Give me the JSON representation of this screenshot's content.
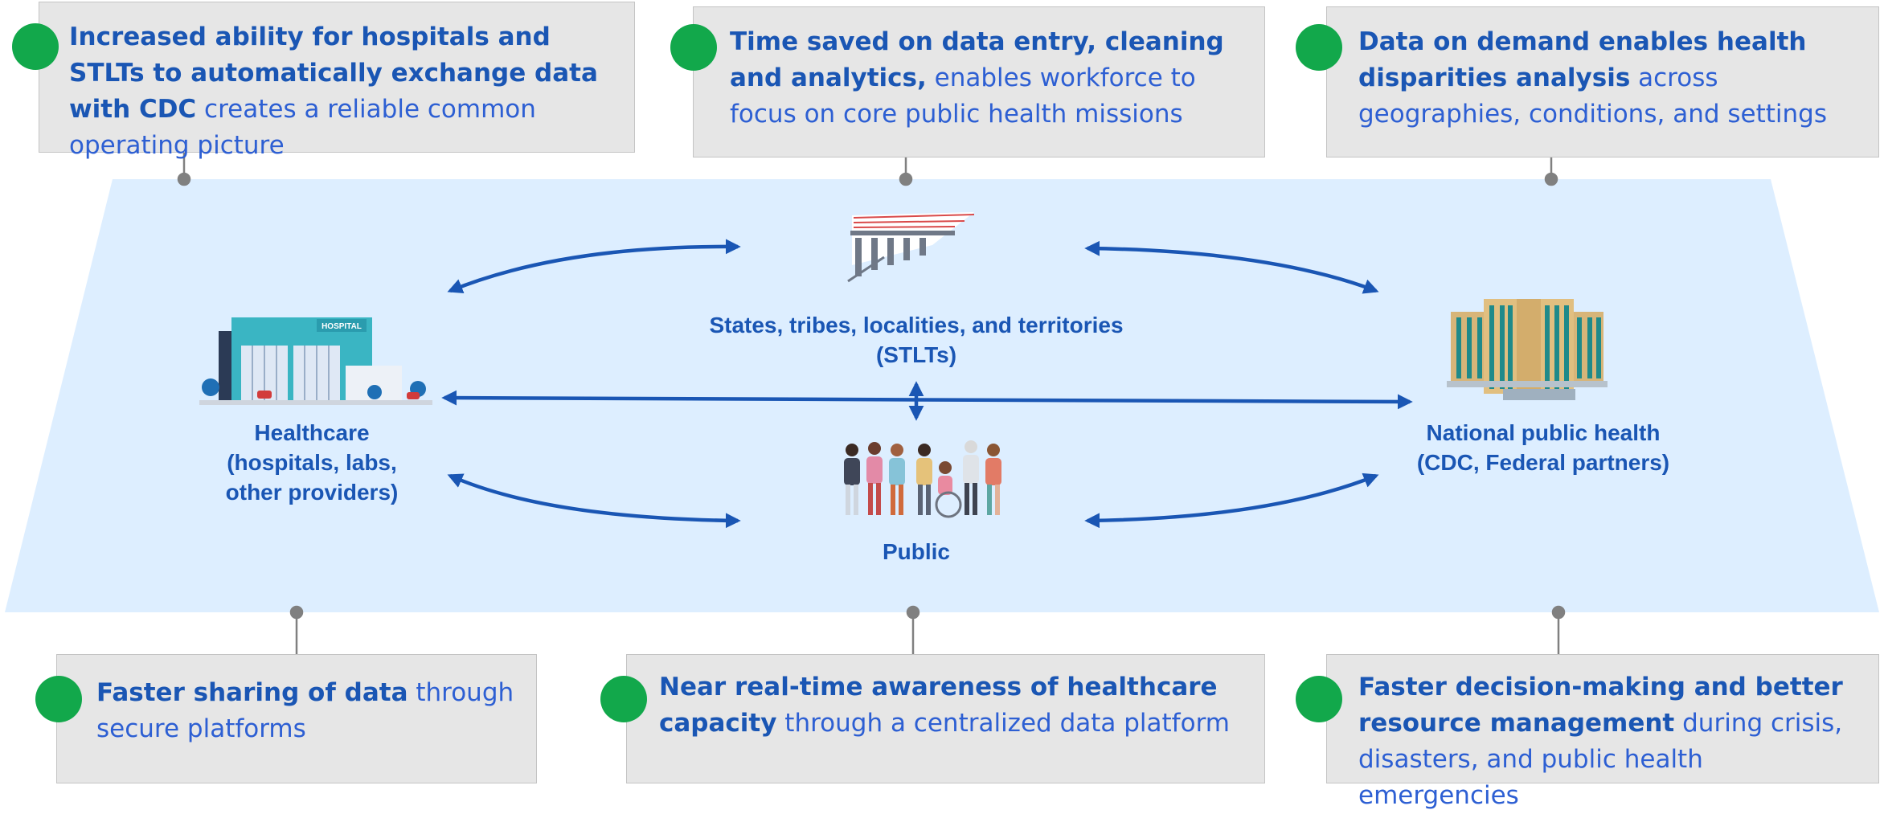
{
  "callouts": {
    "top_left": {
      "bold": "Increased ability for hospitals and STLTs to automatically exchange data with CDC",
      "normal": " creates a reliable common operating picture"
    },
    "top_mid": {
      "bold": "Time saved on data entry, cleaning and analytics,",
      "normal": " enables workforce to focus on core public health missions"
    },
    "top_right": {
      "bold": "Data on demand enables health disparities analysis",
      "normal": " across geographies, conditions, and settings"
    },
    "bottom_left": {
      "bold": "Faster sharing of data",
      "normal": " through secure platforms"
    },
    "bottom_mid": {
      "bold": "Near real-time awareness of healthcare capacity",
      "normal": "  through a centralized data platform"
    },
    "bottom_right": {
      "bold": "Faster decision-making and better resource management",
      "normal": " during crisis, disasters, and public health emergencies"
    }
  },
  "nodes": {
    "healthcare": "Healthcare\n(hospitals, labs,\nother providers)",
    "stlt": "States, tribes, localities, and territories\n(STLTs)",
    "national": "National public health\n(CDC, Federal partners)",
    "public": "Public"
  },
  "hospital_sign": "HOSPITAL",
  "colors": {
    "accent_blue": "#1a56b4",
    "body_blue": "#2d5fd3",
    "green_dot": "#12a84b",
    "panel_fill": "#ddeeff",
    "callout_fill": "#e6e6e6"
  }
}
